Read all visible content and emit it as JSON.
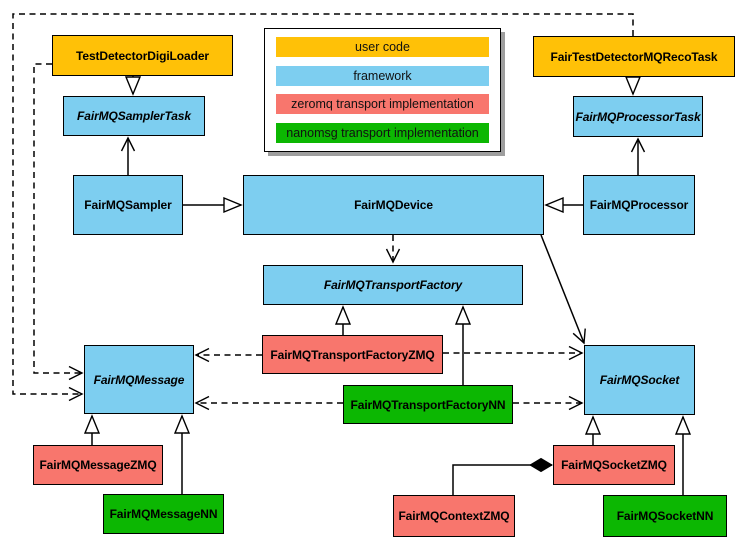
{
  "legend": {
    "items": [
      {
        "label": "user code",
        "color": "#FFC107"
      },
      {
        "label": "framework",
        "color": "#7DCEF0"
      },
      {
        "label": "zeromq transport implementation",
        "color": "#F8766D"
      },
      {
        "label": "nanomsg transport implementation",
        "color": "#0CB702"
      }
    ]
  },
  "colors": {
    "user_code": "#FFC107",
    "framework": "#7DCEF0",
    "zeromq": "#F8766D",
    "nanomsg": "#0CB702",
    "line": "#000000",
    "background": "#FFFFFF",
    "legend_shadow": "#9E9E9E"
  },
  "nodes": {
    "digiLoader": {
      "label": "TestDetectorDigiLoader",
      "category": "user code",
      "abstract": false
    },
    "recoTask": {
      "label": "FairTestDetectorMQRecoTask",
      "category": "user code",
      "abstract": false
    },
    "samplerTask": {
      "label": "FairMQSamplerTask",
      "category": "framework",
      "abstract": true
    },
    "processorTask": {
      "label": "FairMQProcessorTask",
      "category": "framework",
      "abstract": true
    },
    "sampler": {
      "label": "FairMQSampler",
      "category": "framework",
      "abstract": false
    },
    "device": {
      "label": "FairMQDevice",
      "category": "framework",
      "abstract": false
    },
    "processor": {
      "label": "FairMQProcessor",
      "category": "framework",
      "abstract": false
    },
    "transportFactory": {
      "label": "FairMQTransportFactory",
      "category": "framework",
      "abstract": true
    },
    "factoryZMQ": {
      "label": "FairMQTransportFactoryZMQ",
      "category": "zeromq transport implementation",
      "abstract": false
    },
    "factoryNN": {
      "label": "FairMQTransportFactoryNN",
      "category": "nanomsg transport implementation",
      "abstract": false
    },
    "message": {
      "label": "FairMQMessage",
      "category": "framework",
      "abstract": true
    },
    "socket": {
      "label": "FairMQSocket",
      "category": "framework",
      "abstract": true
    },
    "messageZMQ": {
      "label": "FairMQMessageZMQ",
      "category": "zeromq transport implementation",
      "abstract": false
    },
    "messageNN": {
      "label": "FairMQMessageNN",
      "category": "nanomsg transport implementation",
      "abstract": false
    },
    "contextZMQ": {
      "label": "FairMQContextZMQ",
      "category": "zeromq transport implementation",
      "abstract": false
    },
    "socketZMQ": {
      "label": "FairMQSocketZMQ",
      "category": "zeromq transport implementation",
      "abstract": false
    },
    "socketNN": {
      "label": "FairMQSocketNN",
      "category": "nanomsg transport implementation",
      "abstract": false
    }
  },
  "edges": [
    {
      "from": "digiLoader",
      "to": "samplerTask",
      "relation": "generalization",
      "style": "solid-hollow-triangle"
    },
    {
      "from": "recoTask",
      "to": "processorTask",
      "relation": "generalization",
      "style": "solid-hollow-triangle"
    },
    {
      "from": "sampler",
      "to": "samplerTask",
      "relation": "directed-association",
      "style": "solid-open-arrow"
    },
    {
      "from": "processor",
      "to": "processorTask",
      "relation": "directed-association",
      "style": "solid-open-arrow"
    },
    {
      "from": "sampler",
      "to": "device",
      "relation": "generalization",
      "style": "solid-hollow-triangle"
    },
    {
      "from": "processor",
      "to": "device",
      "relation": "generalization",
      "style": "solid-hollow-triangle"
    },
    {
      "from": "device",
      "to": "transportFactory",
      "relation": "dependency",
      "style": "dashed-open-arrow"
    },
    {
      "from": "device",
      "to": "socket",
      "relation": "directed-association",
      "style": "solid-open-arrow"
    },
    {
      "from": "factoryZMQ",
      "to": "transportFactory",
      "relation": "generalization",
      "style": "solid-hollow-triangle"
    },
    {
      "from": "factoryNN",
      "to": "transportFactory",
      "relation": "generalization",
      "style": "solid-hollow-triangle"
    },
    {
      "from": "factoryZMQ",
      "to": "message",
      "relation": "dependency",
      "style": "dashed-open-arrow"
    },
    {
      "from": "factoryZMQ",
      "to": "socket",
      "relation": "dependency",
      "style": "dashed-open-arrow"
    },
    {
      "from": "factoryNN",
      "to": "message",
      "relation": "dependency",
      "style": "dashed-open-arrow"
    },
    {
      "from": "factoryNN",
      "to": "socket",
      "relation": "dependency",
      "style": "dashed-open-arrow"
    },
    {
      "from": "digiLoader",
      "to": "message",
      "relation": "dependency",
      "style": "dashed-open-arrow"
    },
    {
      "from": "recoTask",
      "to": "message",
      "relation": "dependency",
      "style": "dashed-open-arrow"
    },
    {
      "from": "messageZMQ",
      "to": "message",
      "relation": "generalization",
      "style": "solid-hollow-triangle"
    },
    {
      "from": "messageNN",
      "to": "message",
      "relation": "generalization",
      "style": "solid-hollow-triangle"
    },
    {
      "from": "socketZMQ",
      "to": "socket",
      "relation": "generalization",
      "style": "solid-hollow-triangle"
    },
    {
      "from": "socketNN",
      "to": "socket",
      "relation": "generalization",
      "style": "solid-hollow-triangle"
    },
    {
      "from": "contextZMQ",
      "to": "socketZMQ",
      "relation": "composition",
      "style": "solid-filled-diamond"
    }
  ]
}
